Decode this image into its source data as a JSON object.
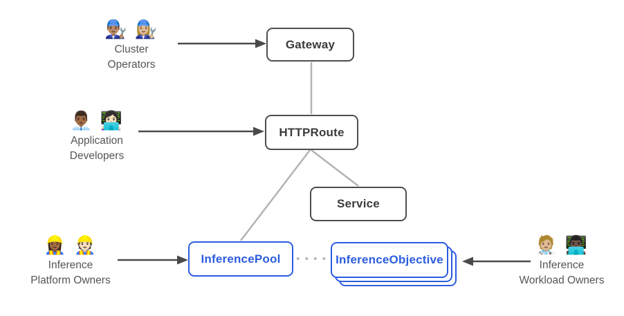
{
  "colors": {
    "background": "#ffffff",
    "node-border": "#4d4d4d",
    "node-text": "#3b3b3b",
    "accent-blue": "#2b5ce0",
    "connector-gray": "#b3b3b3",
    "arrow-dark": "#4a4a4a",
    "actor-text": "#555555"
  },
  "nodes": {
    "gateway": {
      "label": "Gateway"
    },
    "httproute": {
      "label": "HTTPRoute"
    },
    "service": {
      "label": "Service"
    },
    "inference_pool": {
      "label": "InferencePool"
    },
    "inference_objective": {
      "label": "InferenceObjective"
    }
  },
  "actors": {
    "cluster_operators": {
      "emojis": "👨🏽‍🔧 👩🏼‍🔧",
      "label": "Cluster\nOperators"
    },
    "application_developers": {
      "emojis": "👨🏾‍💼 👩🏻‍💻",
      "label": "Application\nDevelopers"
    },
    "inference_platform_owners": {
      "emojis": "👷🏾‍♀️ 👷🏻",
      "label": "Inference\nPlatform Owners"
    },
    "inference_workload_owners": {
      "emojis": "🧑🏼‍⚕️ 👨🏿‍💻",
      "label": "Inference\nWorkload Owners"
    }
  },
  "edges": [
    {
      "from": "cluster_operators",
      "to": "gateway",
      "style": "arrow"
    },
    {
      "from": "application_developers",
      "to": "httproute",
      "style": "arrow"
    },
    {
      "from": "inference_platform_owners",
      "to": "inference_pool",
      "style": "arrow"
    },
    {
      "from": "inference_workload_owners",
      "to": "inference_objective",
      "style": "arrow"
    },
    {
      "from": "gateway",
      "to": "httproute",
      "style": "line"
    },
    {
      "from": "httproute",
      "to": "service",
      "style": "line"
    },
    {
      "from": "httproute",
      "to": "inference_pool",
      "style": "line"
    },
    {
      "from": "inference_pool",
      "to": "inference_objective",
      "style": "dotted"
    }
  ]
}
